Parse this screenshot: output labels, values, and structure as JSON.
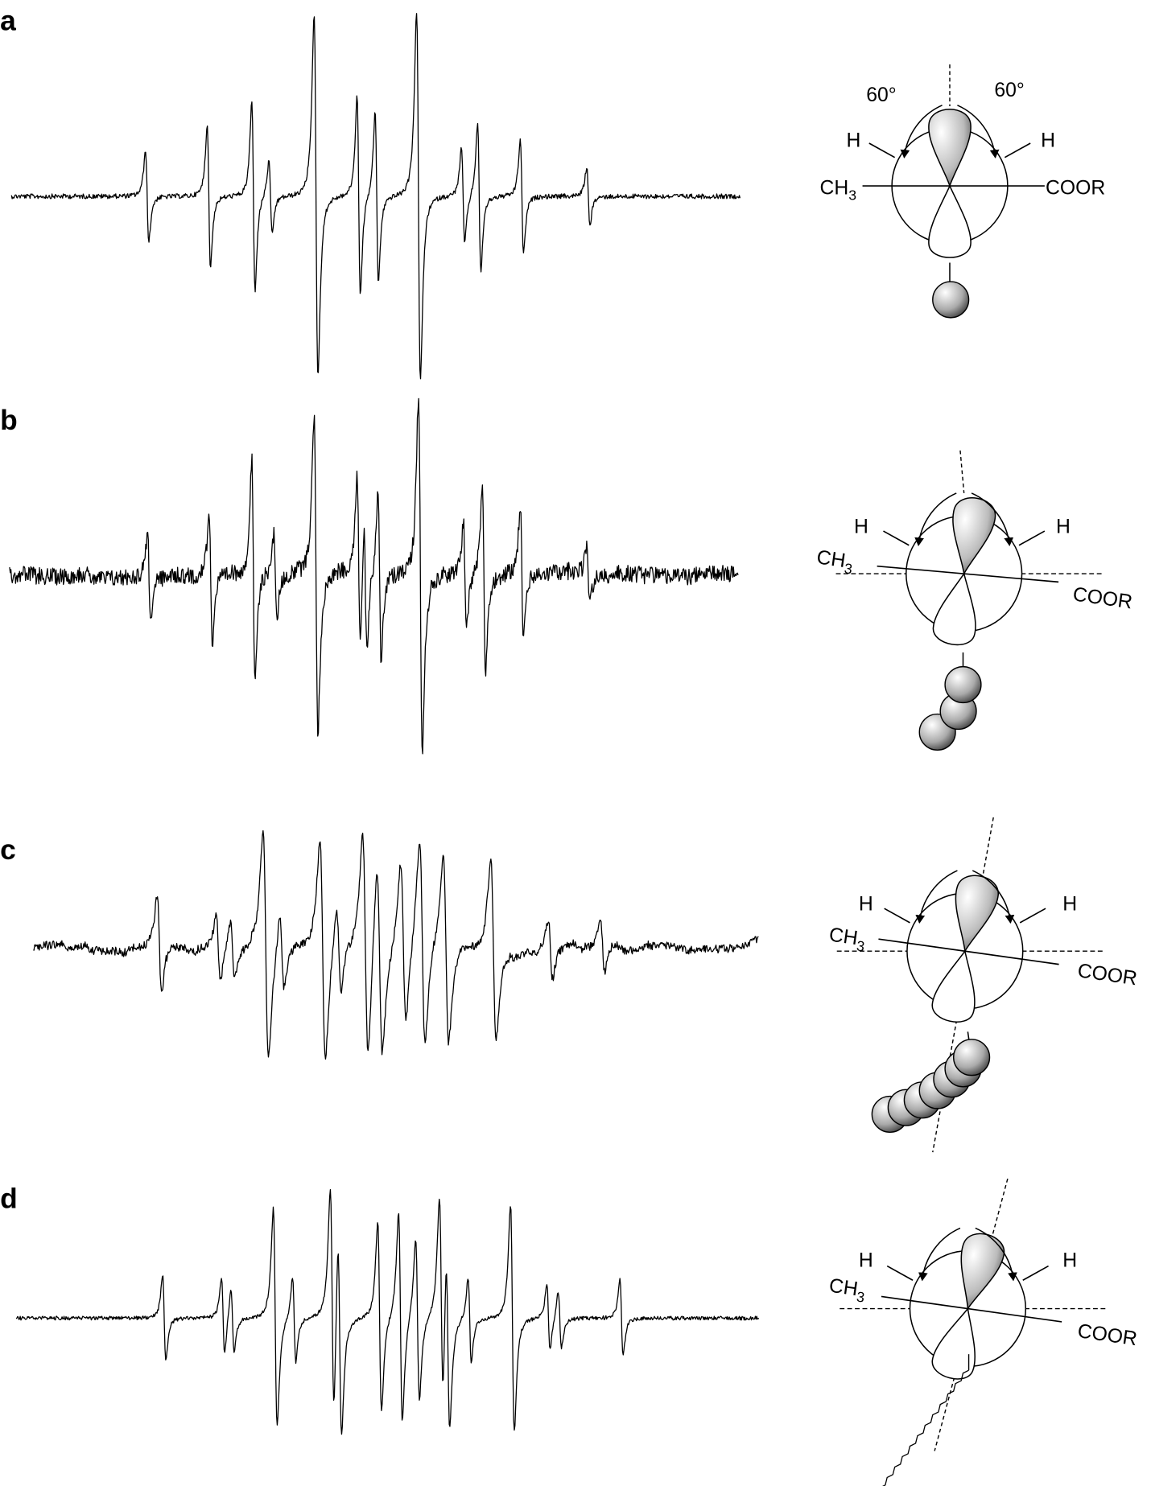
{
  "figure": {
    "panels": [
      {
        "label": "a",
        "angle_left": "60°",
        "angle_right": "60°"
      },
      {
        "label": "b"
      },
      {
        "label": "c"
      },
      {
        "label": "d"
      }
    ],
    "labels": {
      "h": "H",
      "ch": "CH",
      "ch_sub": "3",
      "coor": "COOR"
    },
    "colors": {
      "ink": "#000000",
      "lobe_shade": "#555555"
    }
  }
}
